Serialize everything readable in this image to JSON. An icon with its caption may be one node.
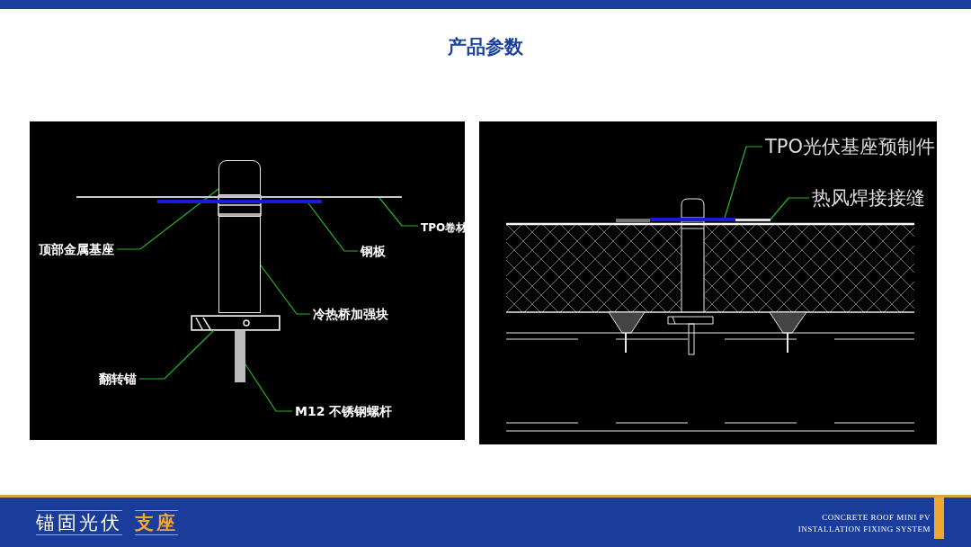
{
  "diagram": {
    "title": "产品参数",
    "nodes": [
      {
        "text": [
          "顶部金属基座"
        ]
      },
      {
        "text": [],
        "shape": "box"
      },
      {
        "text": [
          "TPO卷材"
        ]
      },
      {
        "text": [],
        "shape": "bar"
      },
      {
        "text": [
          "钢板"
        ]
      },
      {
        "text": [],
        "shape": "bar"
      },
      {
        "text": [
          "冷热桥加强块"
        ]
      },
      {
        "text": [],
        "shape": "box"
      },
      {
        "text": [
          "翻转锚"
        ]
      },
      {
        "text": [],
        "shape": "box"
      },
      {
        "text": [
          "M12 不锈钢螺杆"
        ]
      },
      {
        "text": [],
        "shape": "bar"
      },
      {
        "text": [
          "TPO光伏基座预制件"
        ]
      },
      {
        "text": [],
        "shape": "bar"
      },
      {
        "text": [
          "热风焊接接缝"
        ]
      },
      {
        "text": [],
        "shape": "bar"
      }
    ],
    "edges": [
      {
        "from": 0,
        "to": 1,
        "arrow": "none"
      },
      {
        "from": 2,
        "to": 3,
        "arrow": "none"
      },
      {
        "from": 4,
        "to": 5,
        "arrow": "none"
      },
      {
        "from": 6,
        "to": 7,
        "arrow": "none"
      },
      {
        "from": 8,
        "to": 9,
        "arrow": "none"
      },
      {
        "from": 10,
        "to": 11,
        "arrow": "none"
      },
      {
        "from": 12,
        "to": 13,
        "arrow": "none"
      },
      {
        "from": 14,
        "to": 15,
        "arrow": "none"
      }
    ],
    "labels": [
      "锚固光伏",
      "支座",
      "CONCRETE ROOF MINI PV INSTALLATION FIXING SYSTEM"
    ]
  }
}
